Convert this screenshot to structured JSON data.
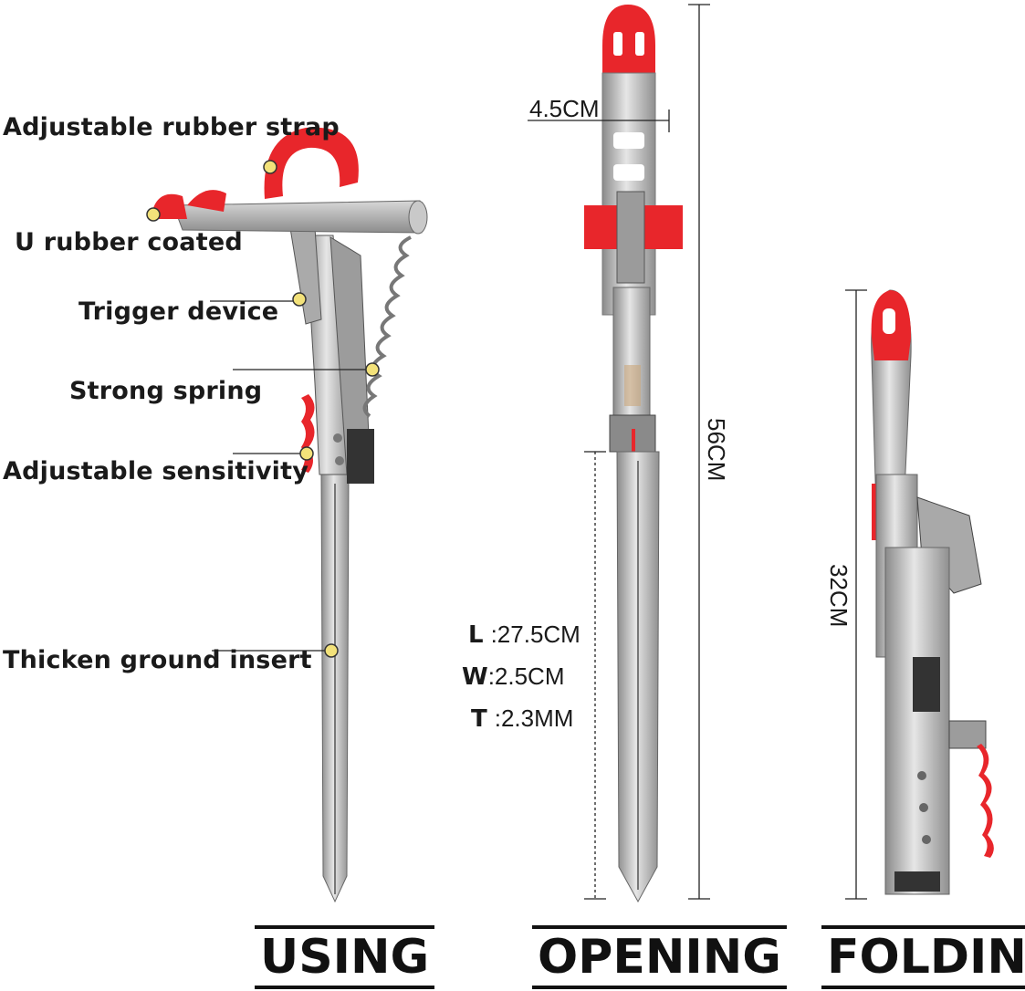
{
  "labels": {
    "strap": "Adjustable rubber strap",
    "u_coated": "U rubber coated",
    "trigger": "Trigger device",
    "spring": "Strong spring",
    "sensitivity": "Adjustable sensitivity",
    "insert": "Thicken ground insert"
  },
  "dimensions": {
    "diameter": "4.5CM",
    "total_length": "56CM",
    "folded_length": "32CM",
    "insert_L_key": "L",
    "insert_L_val": ":27.5CM",
    "insert_W_key": "W",
    "insert_W_val": ":2.5CM",
    "insert_T_key": "T",
    "insert_T_val": ":2.3MM"
  },
  "captions": {
    "using": "USING",
    "opening": "OPENING",
    "folding": "FOLDING"
  },
  "colors": {
    "accent_red": "#e8262b",
    "steel": "#b9b9b9",
    "callout_dot": "#f3e27a"
  }
}
